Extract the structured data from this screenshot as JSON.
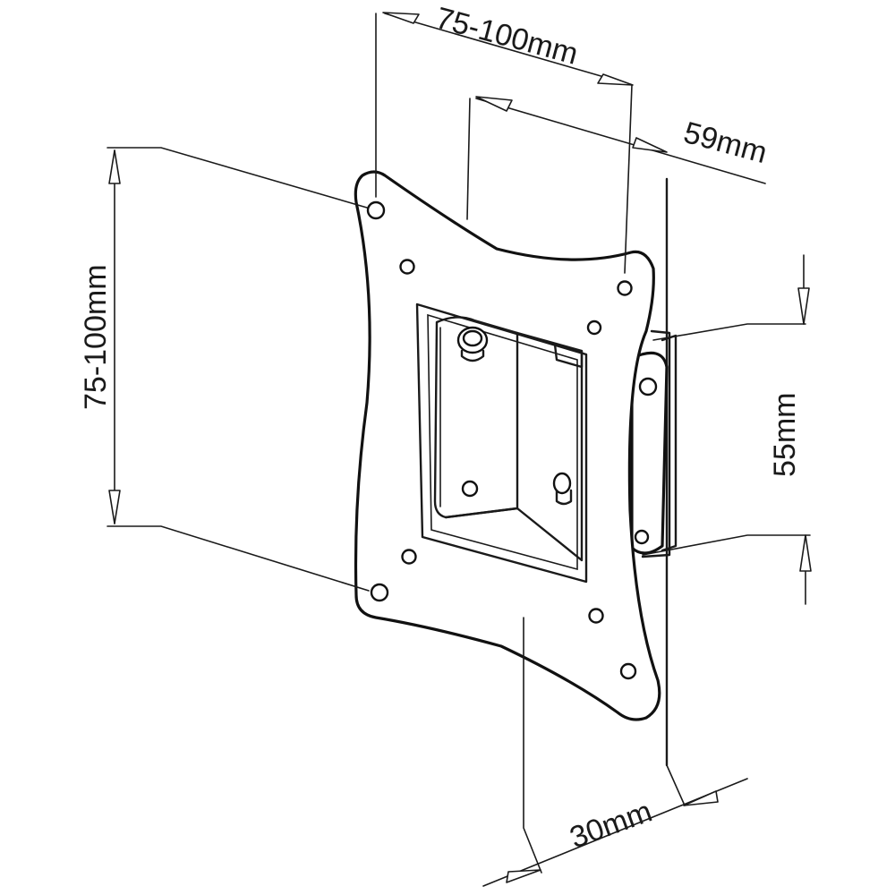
{
  "diagram": {
    "dimensions": {
      "plate_width": "75-100mm",
      "plate_height": "75-100mm",
      "depth_top": "59mm",
      "wall_height": "55mm",
      "depth_bottom": "30mm"
    }
  }
}
